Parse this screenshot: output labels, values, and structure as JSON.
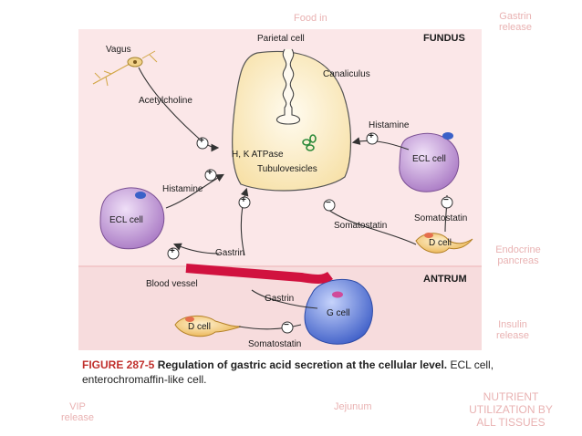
{
  "slide_background": {
    "ghost_labels": [
      "Food in",
      "Gastrin release",
      "Endocrine pancreas",
      "Insulin release",
      "Jejunum",
      "NUTRIENT UTILIZATION BY ALL TISSUES",
      "VIP release"
    ]
  },
  "diagram": {
    "regions": {
      "fundus": "FUNDUS",
      "antrum": "ANTRUM"
    },
    "cells": {
      "parietal": "Parietal cell",
      "canaliculus": "Canaliculus",
      "hk_atpase": "H, K ATPase",
      "tubulovesicles": "Tubulovesicles",
      "ecl_right": "ECL cell",
      "ecl_left": "ECL cell",
      "d_cell_right": "D cell",
      "d_cell_left": "D cell",
      "g_cell": "G cell"
    },
    "labels": {
      "vagus": "Vagus",
      "acetylcholine": "Acetylcholine",
      "histamine_right": "Histamine",
      "histamine_left": "Histamine",
      "somatostatin_right": "Somatostatin",
      "somatostatin_mid": "Somatostatin",
      "somatostatin_bottom": "Somatostatin",
      "gastrin_mid": "Gastrin",
      "gastrin_bottom": "Gastrin",
      "blood_vessel": "Blood vessel"
    },
    "signs": {
      "plus": "+",
      "minus": "−"
    }
  },
  "caption": {
    "figure": "FIGURE 287-5",
    "title": "Regulation of gastric acid secretion at the cellular level.",
    "text": "ECL cell, enterochromaffin-like cell."
  },
  "colors": {
    "panel_bg": "#fbe6e6",
    "parietal_fill": "#fdeec9",
    "ecl_fill": "#b98fd0",
    "g_cell_fill": "#5a7ad6",
    "d_cell_fill": "#f2c46b",
    "blood_vessel": "#d1123f",
    "caption_red": "#c0302c"
  }
}
